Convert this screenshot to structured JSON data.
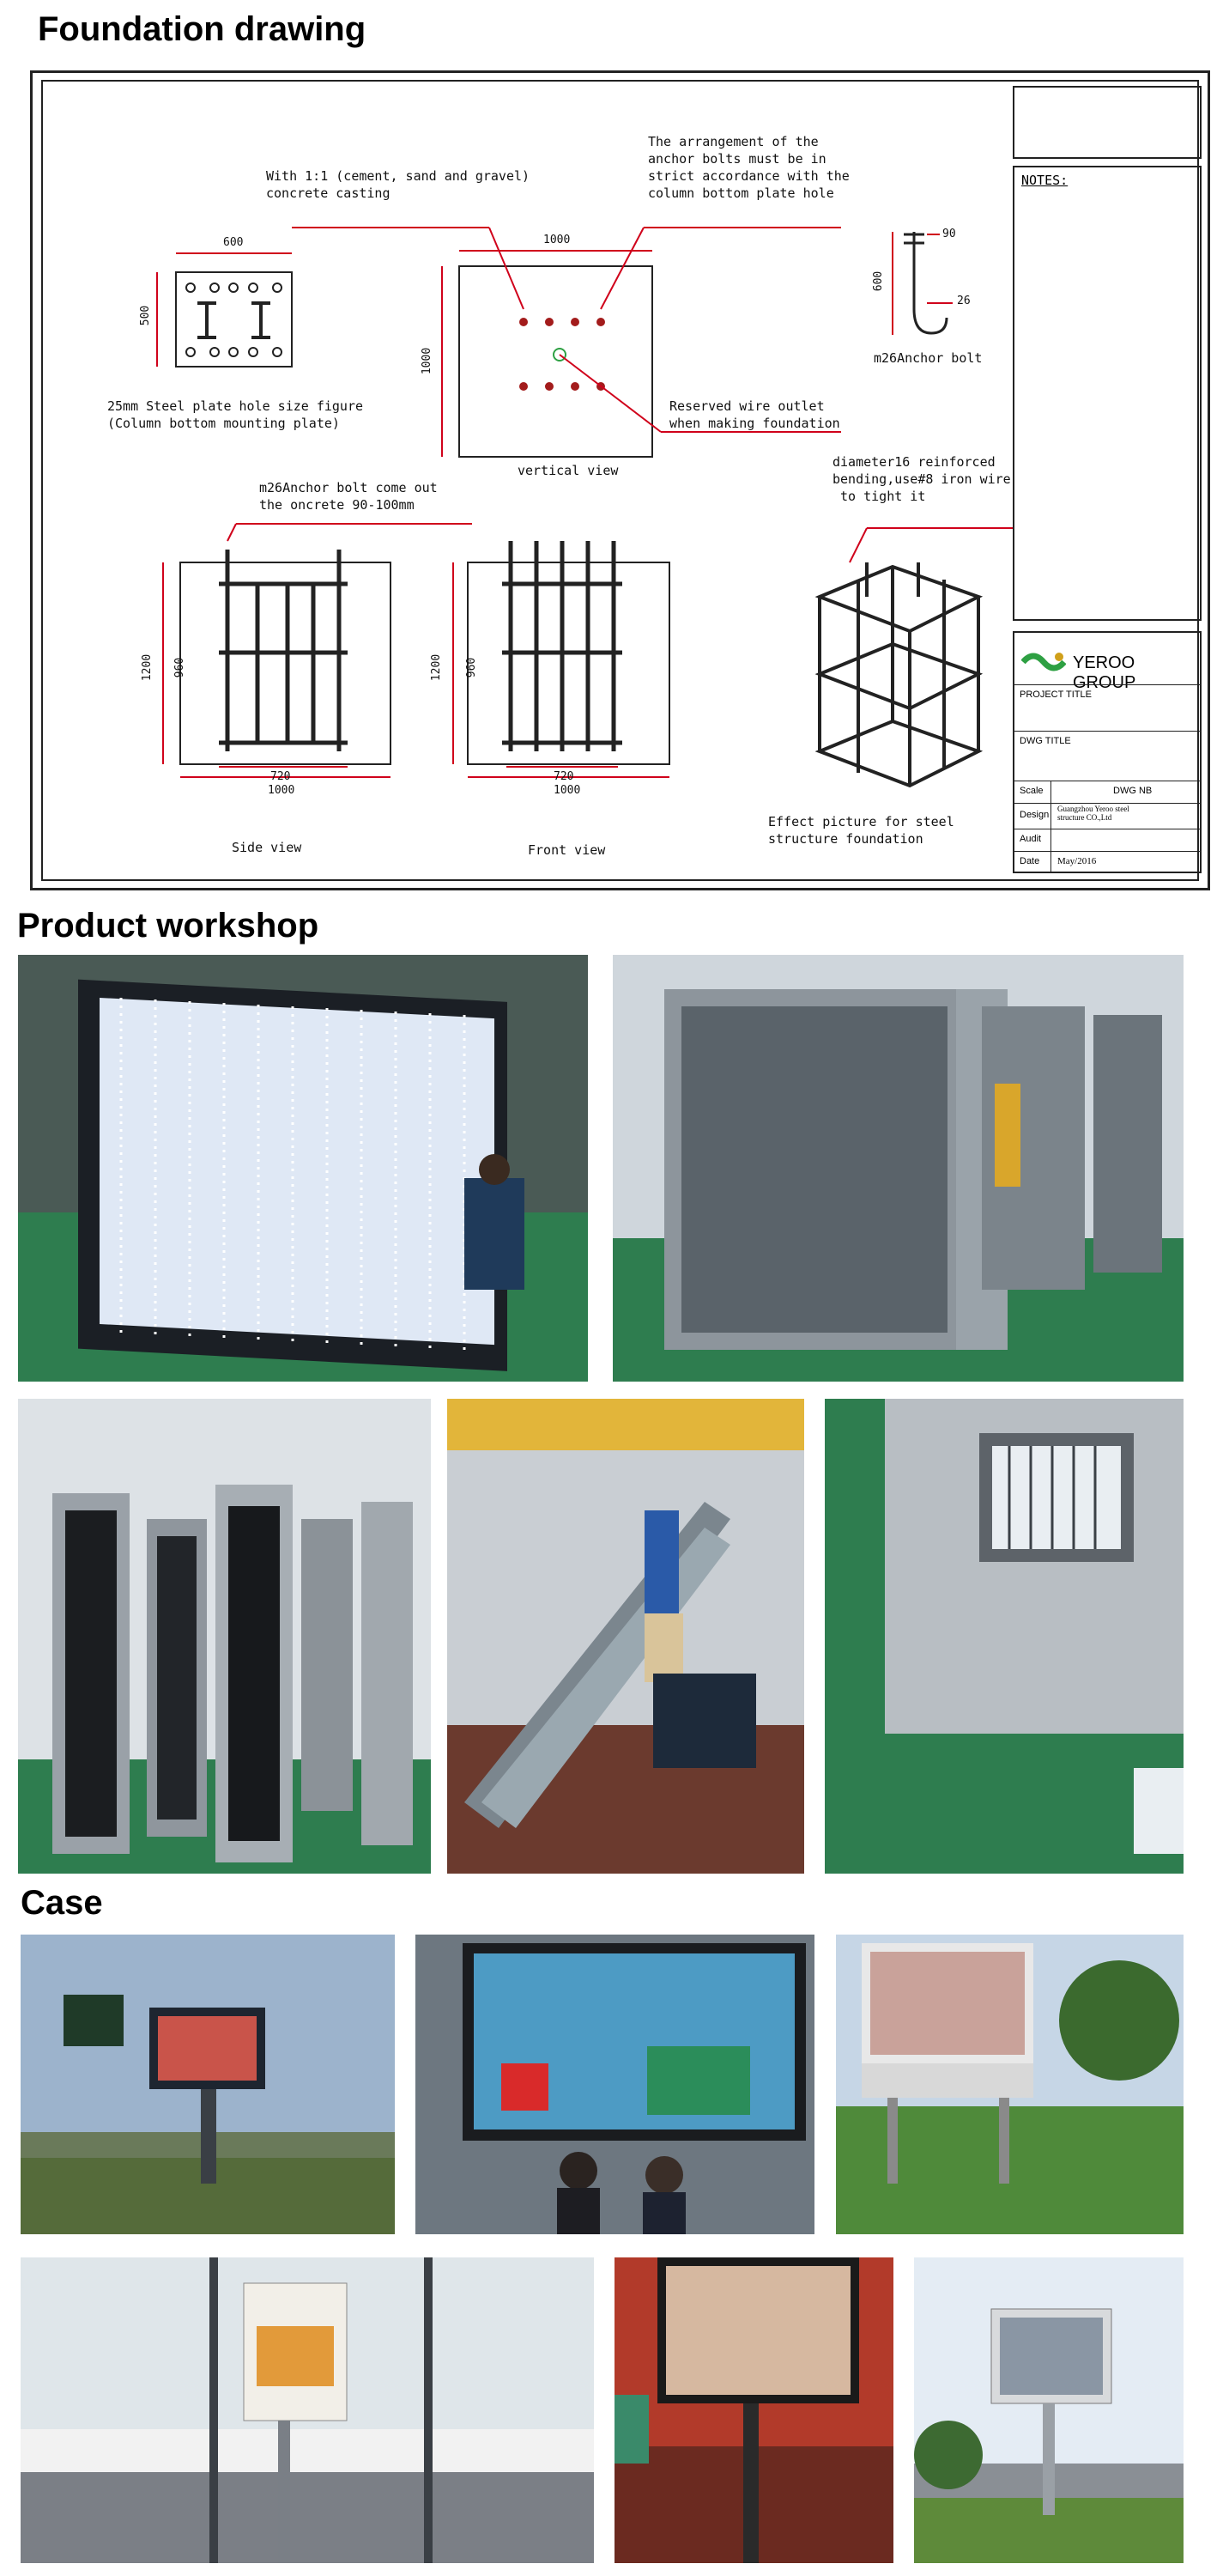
{
  "sections": {
    "foundation": "Foundation drawing",
    "workshop": "Product workshop",
    "case": "Case"
  },
  "drawing": {
    "concrete_note": "With 1:1 (cement, sand and gravel)\nconcrete casting",
    "bolt_note": "The arrangement of the\nanchor bolts must be in\nstrict accordance with the\ncolumn bottom plate hole",
    "plate_caption": "25mm Steel plate hole size figure\n(Column bottom mounting plate)",
    "vertical_caption": "vertical view",
    "wire_note": "Reserved wire outlet\nwhen making foundation",
    "anchor_caption": "m26Anchor bolt",
    "bolt_out_note": "m26Anchor bolt come out\nthe oncrete 90-100mm",
    "rebar_note": "diameter16 reinforced\nbending,use#8 iron wire\n to tight it",
    "side_caption": "Side view",
    "front_caption": "Front view",
    "effect_caption": "Effect picture for steel\nstructure foundation",
    "dims": {
      "plate_w": "600",
      "plate_h": "500",
      "vert_w": "1000",
      "vert_h": "1000",
      "bolt_h": "600",
      "bolt_a": "90",
      "bolt_b": "26",
      "side_h": "1200",
      "side_h2": "960",
      "side_w1": "720",
      "side_w2": "1000",
      "front_h": "1200",
      "front_h2": "960",
      "front_w1": "720",
      "front_w2": "1000"
    },
    "title_block": {
      "notes": "NOTES:",
      "company": "YEROO GROUP",
      "project_title": "PROJECT TITLE",
      "dwg_title": "DWG TITLE",
      "scale": "Scale",
      "dwg_no": "DWG NB",
      "design": "Design",
      "design_value": "Guangzhou Yeroo steel\nstructure CO.,Ltd",
      "audit": "Audit",
      "date": "Date",
      "date_value": "May/2016"
    }
  },
  "colors": {
    "dim_red": "#d0021b",
    "brand_green": "#2ea043",
    "floor_green": "#2e7d4f"
  }
}
